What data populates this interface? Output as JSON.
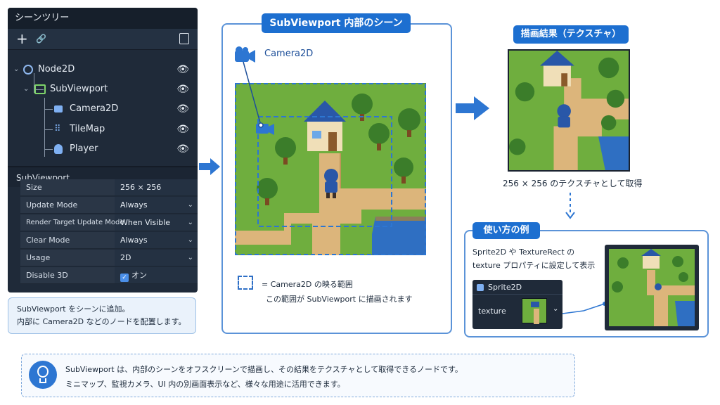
{
  "scene_tree": {
    "title": "シーンツリー",
    "toolbar": {
      "add": "+",
      "link": "🔗"
    },
    "nodes": [
      {
        "label": "Node2D"
      },
      {
        "label": "SubViewport"
      },
      {
        "label": "Camera2D"
      },
      {
        "label": "TileMap"
      },
      {
        "label": "Player"
      }
    ]
  },
  "inspector": {
    "title": "SubViewport",
    "properties": [
      {
        "key": "Size",
        "value": "256 × 256"
      },
      {
        "key": "Update Mode",
        "value": "Always"
      },
      {
        "key": "Render Target Update Mode",
        "value": "When Visible"
      },
      {
        "key": "Clear Mode",
        "value": "Always"
      },
      {
        "key": "Usage",
        "value": "2D"
      },
      {
        "key": "Disable 3D",
        "value": "オン"
      }
    ]
  },
  "left_note": {
    "line1": "SubViewport をシーンに追加。",
    "line2": "内部に Camera2D などのノードを配置します。"
  },
  "middle": {
    "title": "SubViewport 内部のシーン",
    "camera_label": "Camera2D",
    "legend_line1": "=  Camera2D の映る範囲",
    "legend_line2": "この範囲が SubViewport に描画されます"
  },
  "result": {
    "title": "描画結果（テクスチャ）",
    "caption": "256 × 256 のテクスチャとして取得"
  },
  "example": {
    "title": "使い方の例",
    "line1": "Sprite2D や TextureRect の",
    "line2": "texture プロパティに設定して表示",
    "panel_title": "Sprite2D",
    "panel_prop": "texture"
  },
  "bottom_note": {
    "line1": "SubViewport は、内部のシーンをオフスクリーンで描画し、その結果をテクスチャとして取得できるノードです。",
    "line2": "ミニマップ、監視カメラ、UI 内の別画面表示など、様々な用途に活用できます。"
  },
  "colors": {
    "accent": "#1d6fd0",
    "panel": "#1f2a39",
    "grass": "#6fae3e",
    "path": "#d9b47a",
    "water": "#2f6fc2"
  }
}
